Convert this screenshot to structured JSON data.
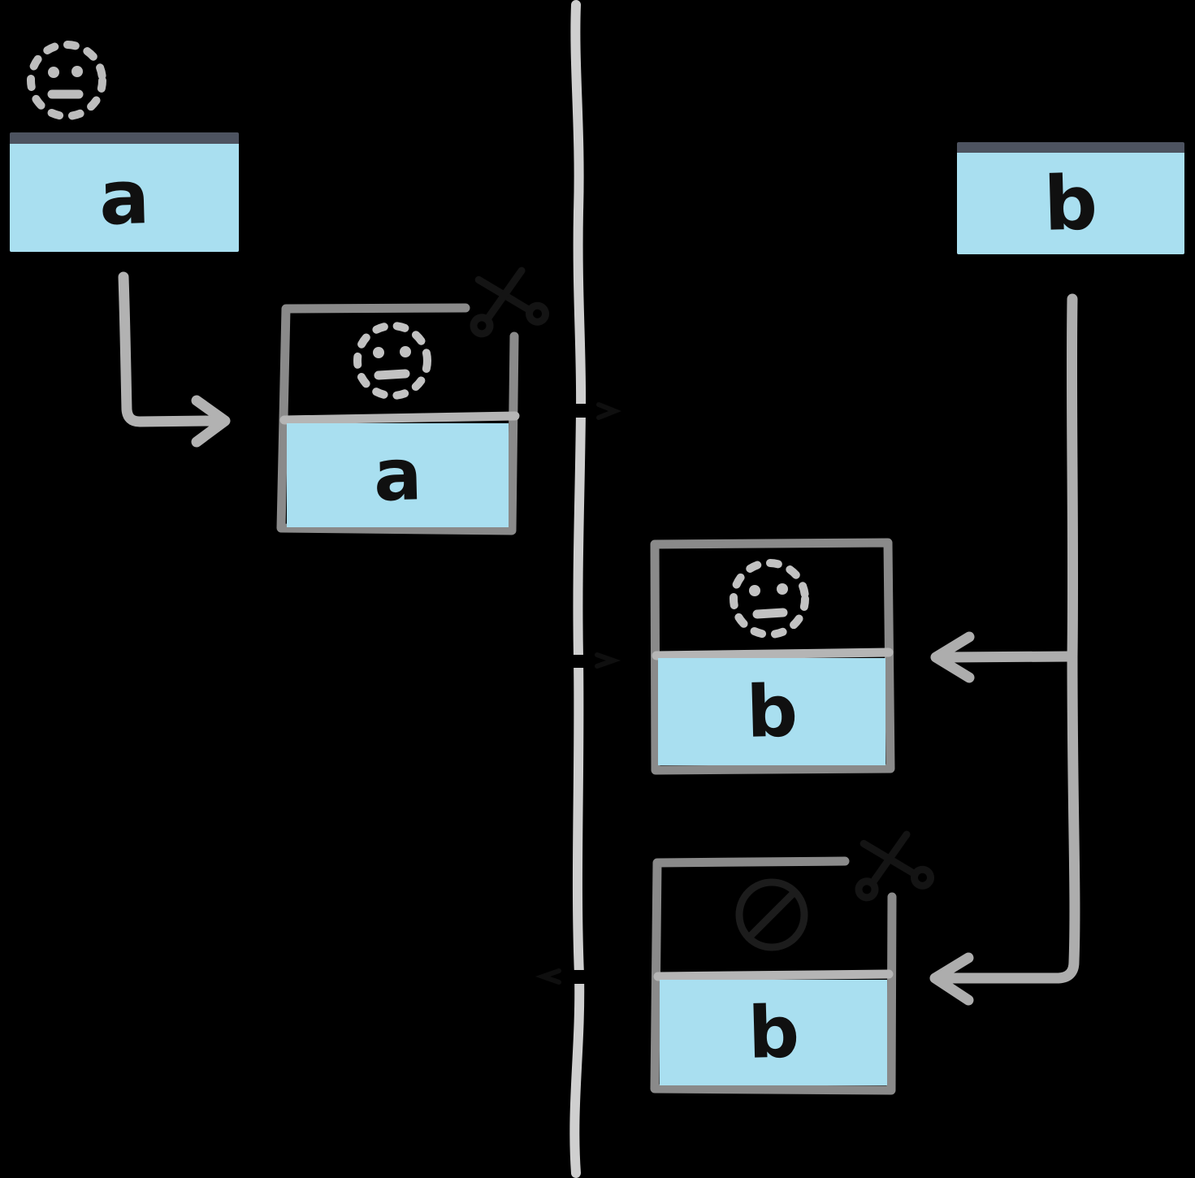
{
  "diagram": {
    "description": "hand-drawn diagram of file boxes on a timeline boundary",
    "background": "#000000",
    "palette": {
      "file_fill": "#a9dff0",
      "file_header_bar": "#4d5360",
      "box_outline": "#8a8a8a",
      "divider": "#b5b5b5",
      "icon_gray": "#c2c2c2",
      "arrow_gray": "#aeaeae",
      "timeline_gray": "#cfcfcf",
      "letter_ink": "#101010"
    },
    "nodes": {
      "file_a_top": {
        "label": "a",
        "icon": "dotted-circle-face-icon"
      },
      "file_a_snapshot": {
        "label": "a",
        "icon": "dotted-circle-face-icon",
        "corner": "scissors-icon"
      },
      "file_b_top": {
        "label": "b"
      },
      "file_b_snapshot_1": {
        "label": "b",
        "icon": "dotted-circle-face-icon"
      },
      "file_b_snapshot_2": {
        "label": "b",
        "icon": "crossed-circle-icon",
        "corner": "scissors-icon"
      }
    }
  }
}
